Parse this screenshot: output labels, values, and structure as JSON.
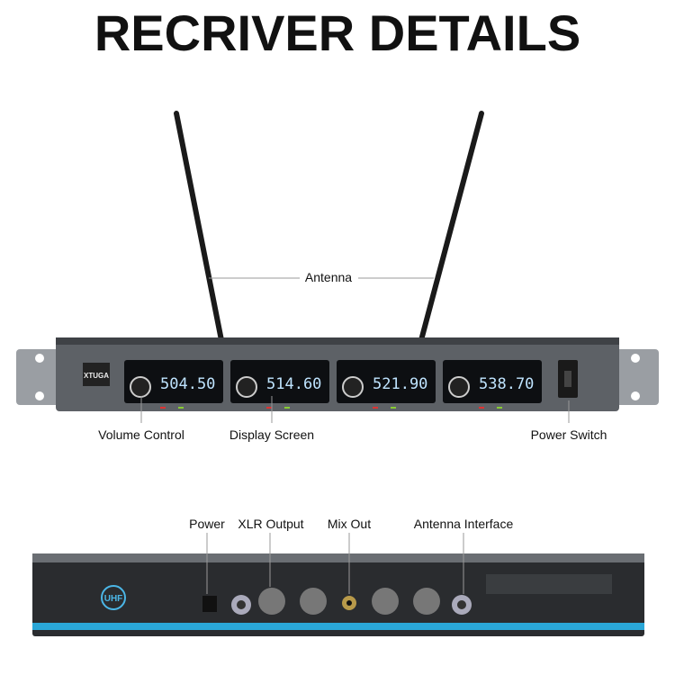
{
  "title": "RECRIVER DETAILS",
  "labels": {
    "antenna": "Antenna",
    "volume": "Volume Control",
    "display": "Display Screen",
    "power_switch": "Power Switch",
    "power": "Power",
    "xlr": "XLR Output",
    "mix": "Mix Out",
    "antenna_interface": "Antenna Interface"
  },
  "front": {
    "brand": "XTUGA",
    "channels": [
      {
        "freq": "504.50"
      },
      {
        "freq": "514.60"
      },
      {
        "freq": "521.90"
      },
      {
        "freq": "538.70"
      }
    ]
  },
  "back": {
    "logo": "UHF"
  }
}
